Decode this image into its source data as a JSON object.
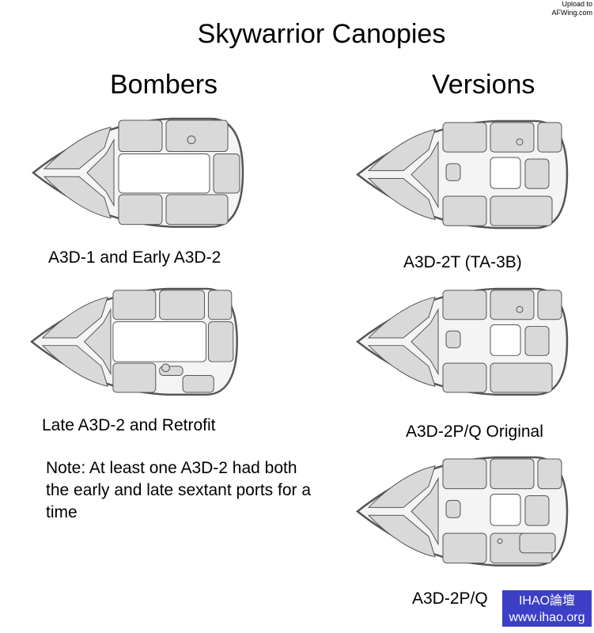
{
  "title": "Skywarrior Canopies",
  "upload": {
    "line1": "Upload to",
    "line2": "AFWing.com"
  },
  "sections": {
    "bombers": "Bombers",
    "versions": "Versions"
  },
  "captions": {
    "c1": "A3D-1 and Early A3D-2",
    "c2": "Late A3D-2 and Retrofit",
    "c3": "A3D-2T (TA-3B)",
    "c4": "A3D-2P/Q Original",
    "c5": "A3D-2P/Q"
  },
  "note": "Note: At least one A3D-2 had both the early and late sextant ports for a time",
  "watermark": {
    "line1": "IHAO論壇",
    "line2": "www.ihao.org"
  },
  "colors": {
    "panel": "#d9d9d9",
    "outline": "#555555",
    "badge": "#3d3fc6"
  }
}
